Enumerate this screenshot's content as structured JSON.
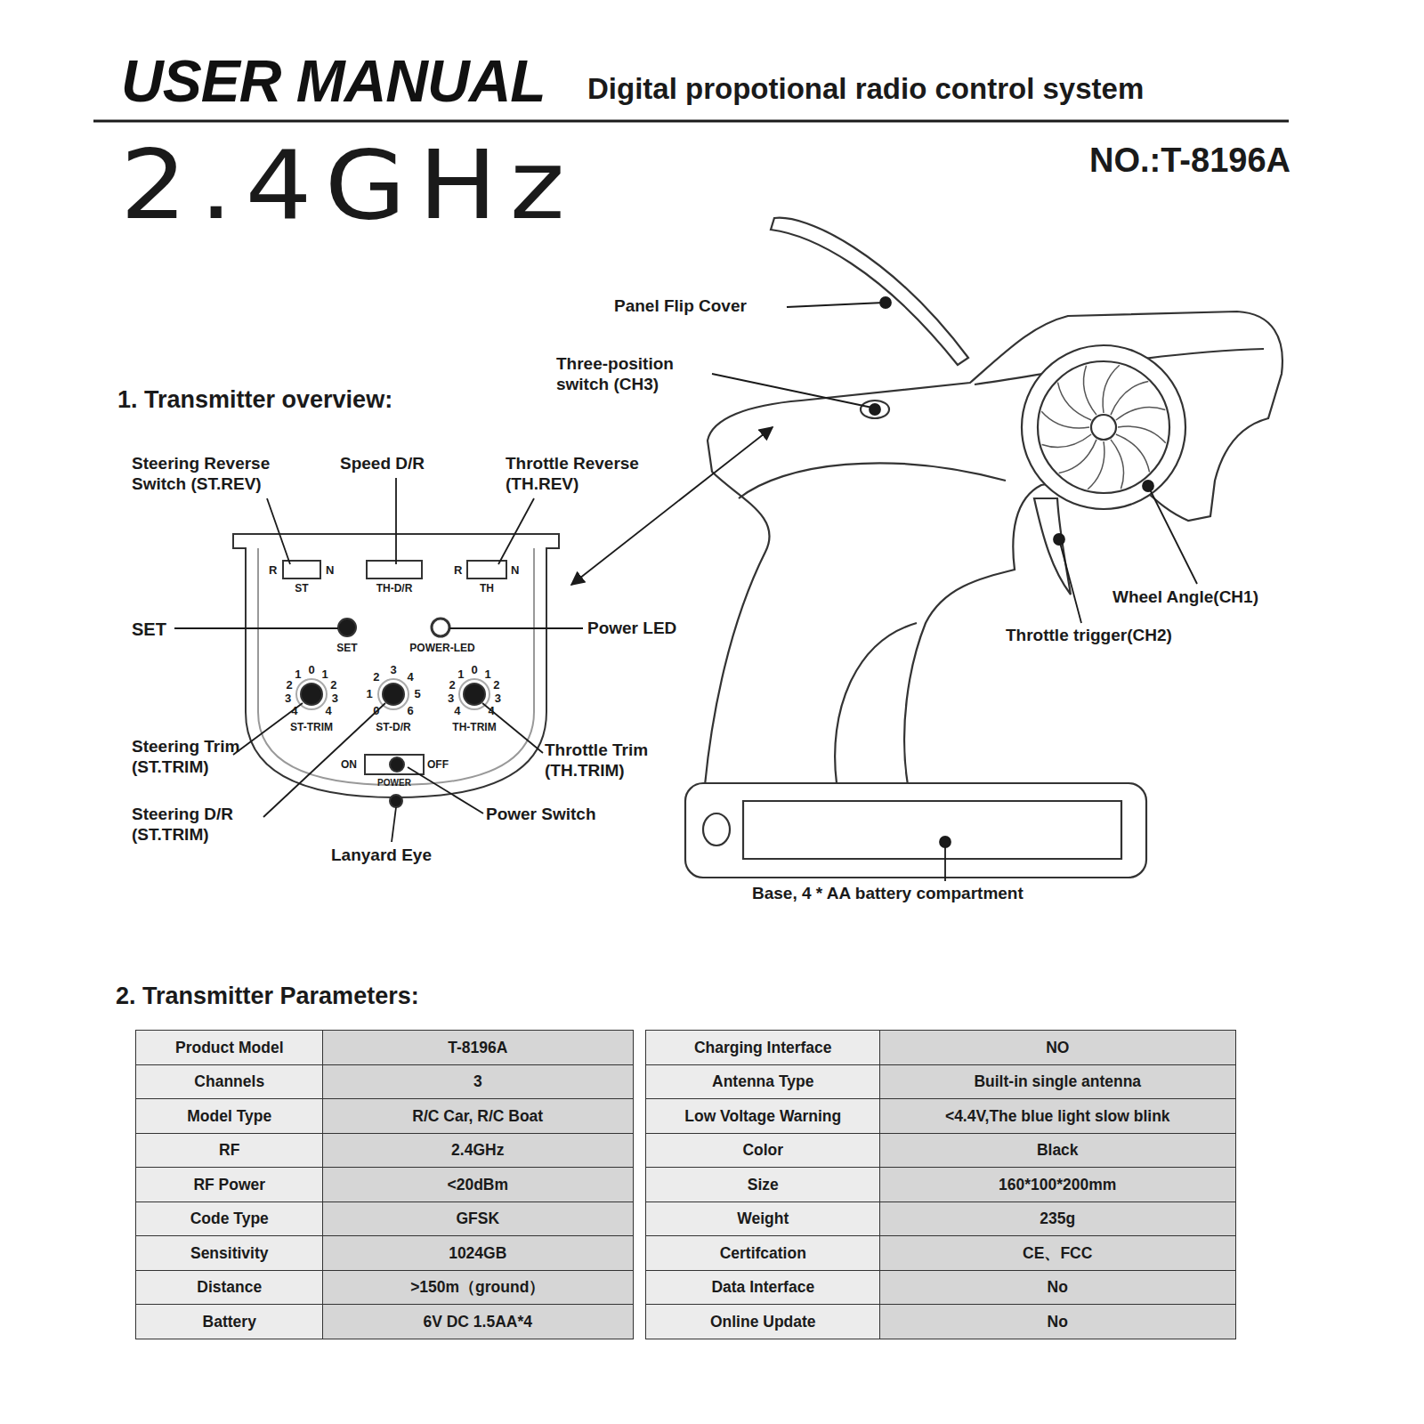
{
  "diagram": {
    "title": "USER MANUAL",
    "labels": [
      "Digital propotional radio control system",
      "2.4GHz",
      "NO.:T-8196A",
      "Panel Flip Cover",
      "Three-position switch (CH3)",
      "1. Transmitter overview:",
      "Steering Reverse Switch (ST.REV)",
      "Speed D/R",
      "Throttle Reverse (TH.REV)",
      "R",
      "N",
      "ST",
      "TH-D/R",
      "R",
      "N",
      "TH",
      "SET",
      "SET",
      "POWER-LED",
      "Power LED",
      "4",
      "3",
      "2",
      "1",
      "0",
      "1",
      "2",
      "3",
      "4",
      "6",
      "5",
      "4",
      "3",
      "2",
      "1",
      "0",
      "4",
      "3",
      "2",
      "1",
      "0",
      "1",
      "2",
      "3",
      "4",
      "ST-TRIM",
      "ST-D/R",
      "TH-TRIM",
      "Steering Trim (ST.TRIM)",
      "Throttle Trim (TH.TRIM)",
      "ON",
      "OFF",
      "POWER",
      "Steering D/R (ST.TRIM)",
      "Power Switch",
      "Lanyard Eye",
      "Wheel Angle(CH1)",
      "Throttle trigger(CH2)",
      "Base, 4 * AA battery compartment",
      "2. Transmitter Parameters:",
      "Product Model",
      "T-8196A",
      "Channels",
      "3",
      "Model Type",
      "R/C Car, R/C Boat",
      "RF",
      "2.4GHz",
      "RF Power",
      "<20dBm",
      "Code Type",
      "GFSK",
      "Sensitivity",
      "1024GB",
      "Distance",
      ">150m（ground）",
      "Battery",
      "6V  DC 1.5AA*4",
      "Charging Interface",
      "NO",
      "Antenna Type",
      "Built-in single antenna",
      "Low Voltage Warning",
      "<4.4V,The blue light slow blink",
      "Color",
      "Black",
      "Size",
      "160*100*200mm",
      "Weight",
      "235g",
      "Certifcation",
      "CE、FCC",
      "Data Interface",
      "No",
      "Online Update",
      "No"
    ]
  }
}
